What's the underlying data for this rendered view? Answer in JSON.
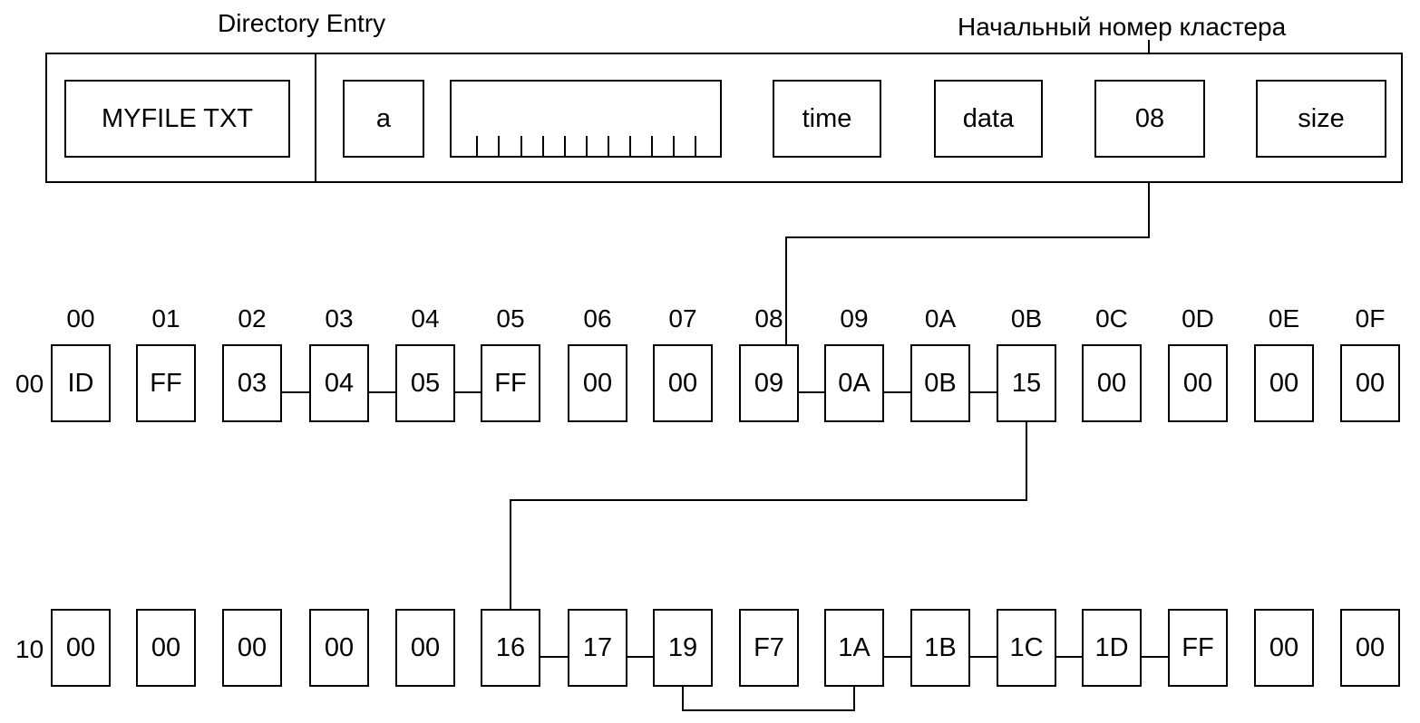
{
  "directory_entry": {
    "title": "Directory Entry",
    "filename": "MYFILE TXT",
    "attr": "a",
    "time": "time",
    "date": "data",
    "start_cluster": "08",
    "size": "size",
    "start_cluster_caption": "Начальный номер кластера"
  },
  "fat": {
    "column_headers": [
      "00",
      "01",
      "02",
      "03",
      "04",
      "05",
      "06",
      "07",
      "08",
      "09",
      "0A",
      "0B",
      "0C",
      "0D",
      "0E",
      "0F"
    ],
    "rows": [
      {
        "label": "00",
        "cells": [
          "ID",
          "FF",
          "03",
          "04",
          "05",
          "FF",
          "00",
          "00",
          "09",
          "0A",
          "0B",
          "15",
          "00",
          "00",
          "00",
          "00"
        ]
      },
      {
        "label": "10",
        "cells": [
          "00",
          "00",
          "00",
          "00",
          "00",
          "16",
          "17",
          "19",
          "F7",
          "1A",
          "1B",
          "1C",
          "1D",
          "FF",
          "00",
          "00"
        ]
      }
    ]
  }
}
